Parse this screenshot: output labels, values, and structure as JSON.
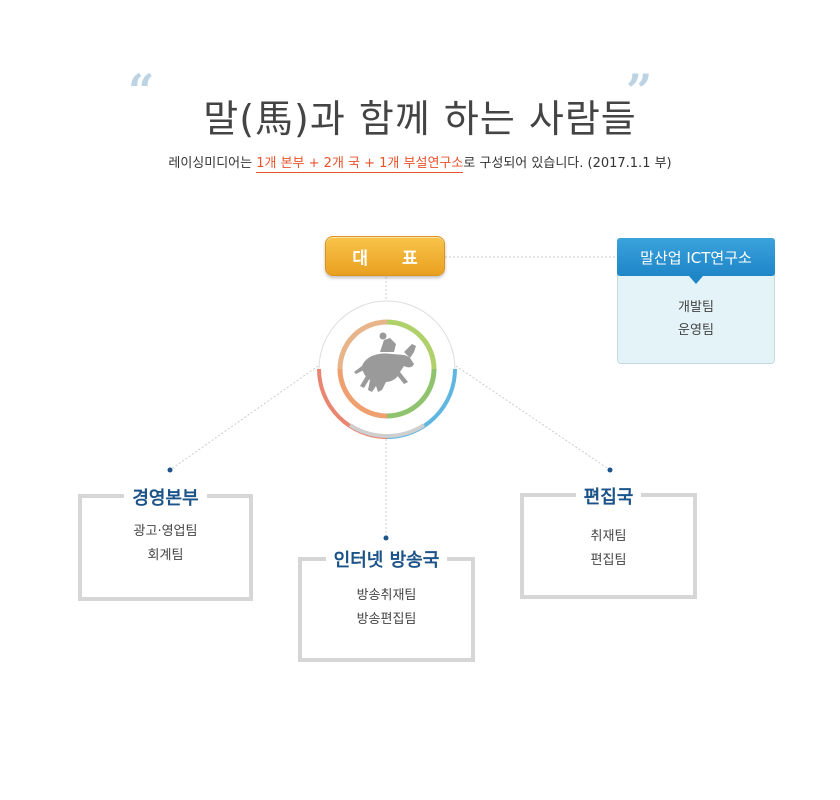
{
  "title": {
    "open_quote": "“",
    "close_quote": "”",
    "text": "말(馬)과 함께 하는 사람들"
  },
  "subtitle": {
    "prefix": "레이싱미디어는 ",
    "highlight": "1개 본부 + 2개 국 + 1개 부설연구소",
    "suffix": "로 구성되어 있습니다. (2017.1.1 부)"
  },
  "ceo": {
    "label": "대 표"
  },
  "logo": {
    "icon": "horse-jockey-icon"
  },
  "ict": {
    "title": "말산업 ICT연구소",
    "teams": [
      "개발팀",
      "운영팀"
    ]
  },
  "departments": [
    {
      "title": "경영본부",
      "teams": [
        "광고·영업팀",
        "회계팀"
      ]
    },
    {
      "title": "인터넷 방송국",
      "teams": [
        "방송취재팀",
        "방송편집팀"
      ]
    },
    {
      "title": "편집국",
      "teams": [
        "취재팀",
        "편집팀"
      ]
    }
  ],
  "colors": {
    "ceo_gradient_top": "#f8c44a",
    "ceo_gradient_bottom": "#e9a021",
    "ict_header": "#1f86c8",
    "ict_body": "#e4f3f8",
    "dept_title": "#1c5389",
    "highlight": "#e9522b",
    "quote": "#bcd3e4"
  }
}
